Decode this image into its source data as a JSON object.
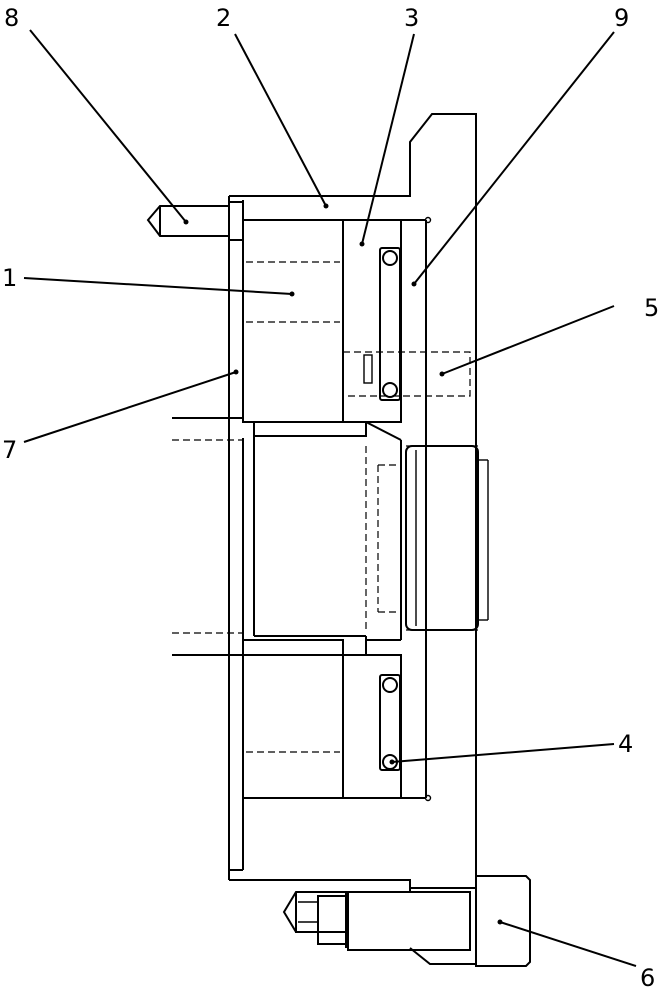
{
  "labels": {
    "part_1": "1",
    "part_2": "2",
    "part_3": "3",
    "part_4": "4",
    "part_5": "5",
    "part_6": "6",
    "part_7": "7",
    "part_8": "8",
    "part_9": "9"
  }
}
